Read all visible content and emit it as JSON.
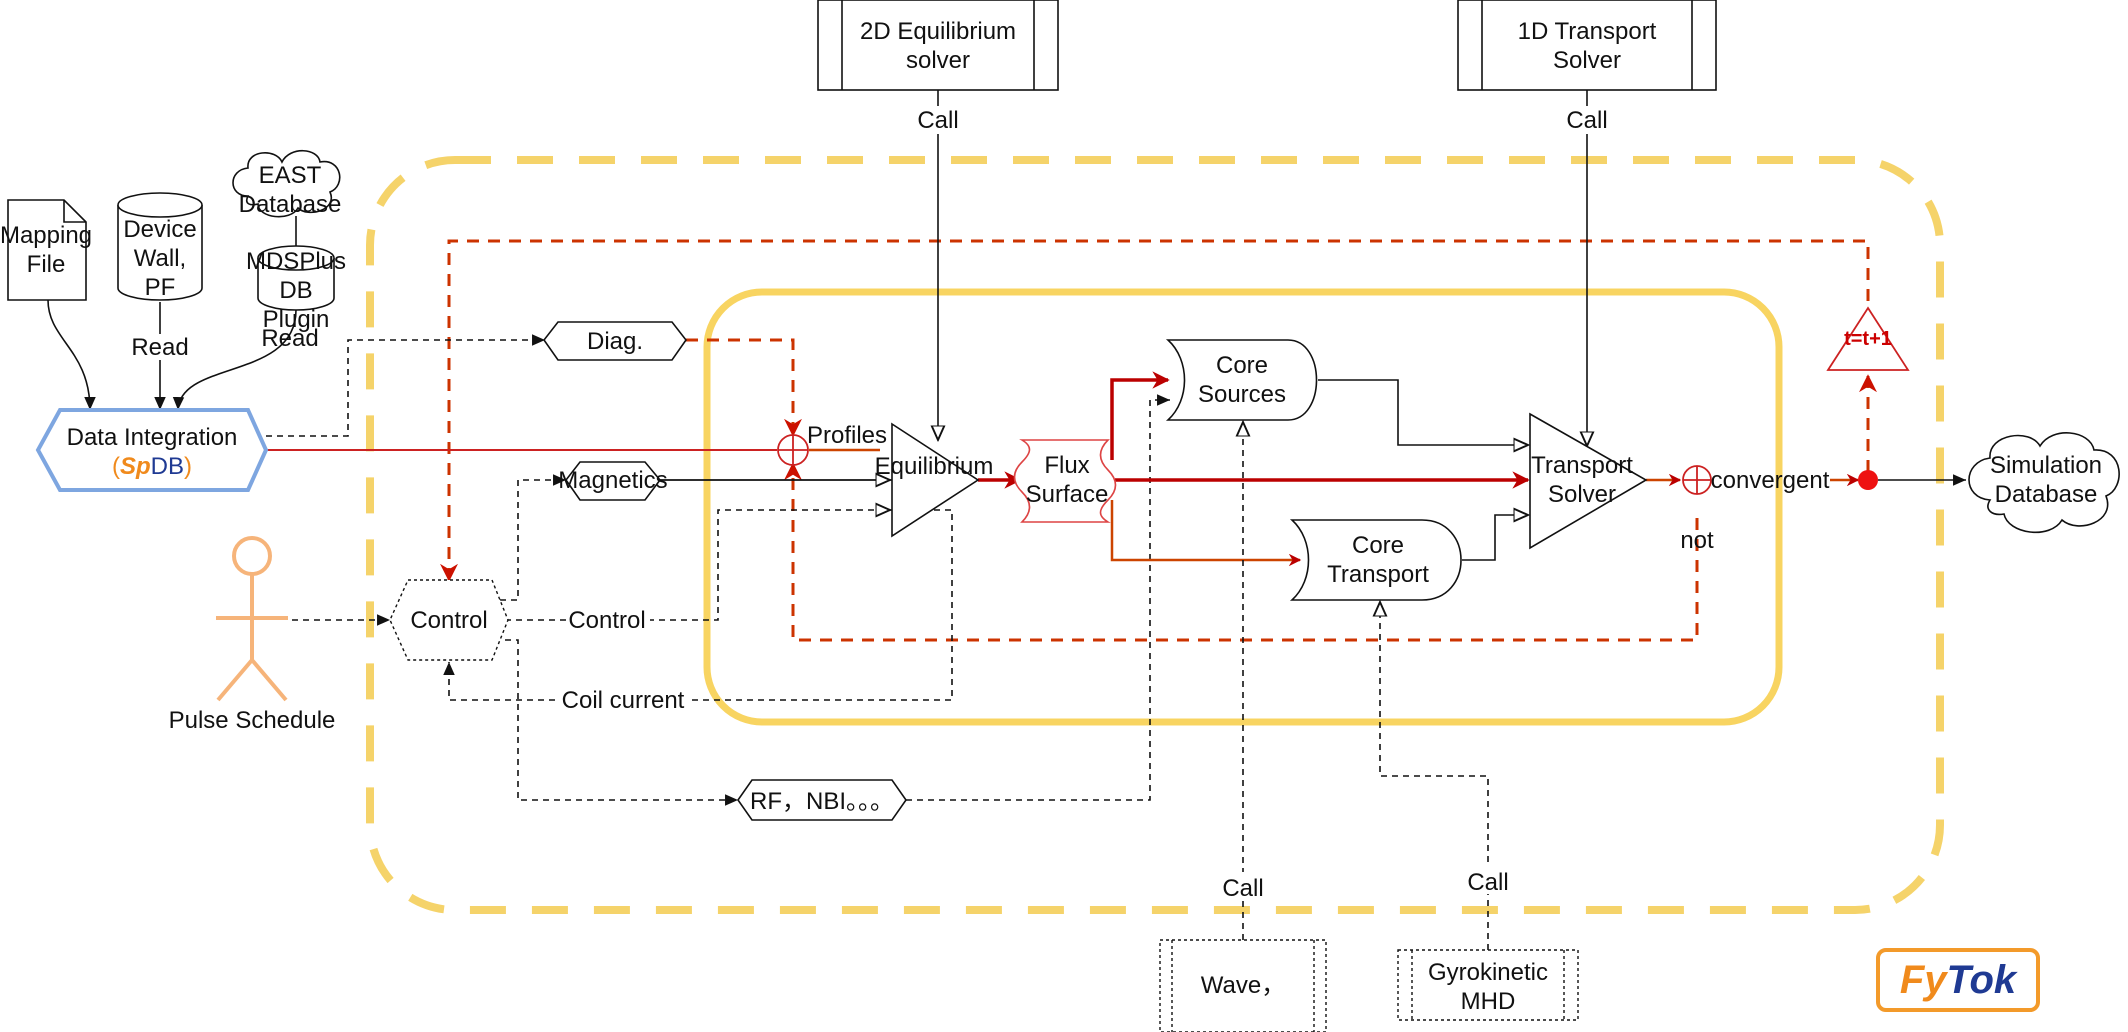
{
  "nodes": {
    "equilibrium_solver": [
      "2D Equilibrium",
      "solver"
    ],
    "transport_solver_ext": [
      "1D Transport",
      "Solver"
    ],
    "mapping_file": [
      "Mapping",
      "File"
    ],
    "device": [
      "Device",
      "Wall,",
      "PF"
    ],
    "east_db": [
      "EAST",
      "Database"
    ],
    "mdsplus": [
      "MDSPlus",
      "DB",
      "Plugin"
    ],
    "data_integration": "Data Integration",
    "data_integration_paren_open": "(",
    "data_integration_sp": "Sp",
    "data_integration_db": "DB",
    "data_integration_paren_close": ")",
    "diag": "Diag.",
    "magnetics": "Magnetics",
    "profiles": "Profiles",
    "equilibrium": "Equilibrium",
    "flux_surface": [
      "Flux",
      "Surface"
    ],
    "core_sources": [
      "Core",
      "Sources"
    ],
    "core_transport": [
      "Core",
      "Transport"
    ],
    "transport_solver": [
      "Transport",
      "Solver"
    ],
    "convergent": "convergent",
    "not": "not",
    "t_step": "t=t+1",
    "simulation_db": [
      "Simulation",
      "Database"
    ],
    "control": "Control",
    "pulse_schedule": "Pulse Schedule",
    "rf_nbi": "RF，NBI。。。",
    "wave": "Wave，",
    "gyrokinetic": [
      "Gyrokinetic",
      "MHD"
    ]
  },
  "edge_labels": {
    "call_eq": "Call",
    "call_tr": "Call",
    "read_device": "Read",
    "read_mds": "Read",
    "control_link": "Control",
    "coil_current": "Coil current",
    "call_wave": "Call",
    "call_gyro": "Call"
  },
  "logo": {
    "fy": "Fy",
    "tok": "Tok"
  },
  "colors": {
    "outer_frame": "#f5d36a",
    "inner_frame": "#f8d461",
    "feedback_red": "#cc3300",
    "main_red": "#bb0000",
    "data_integration_border": "#7ea6e0",
    "logo_border": "#f39a2a",
    "logo_fy": "#f08a1c",
    "logo_tok": "#1f3a93",
    "pulse_schedule_figure": "#f6b47a"
  }
}
